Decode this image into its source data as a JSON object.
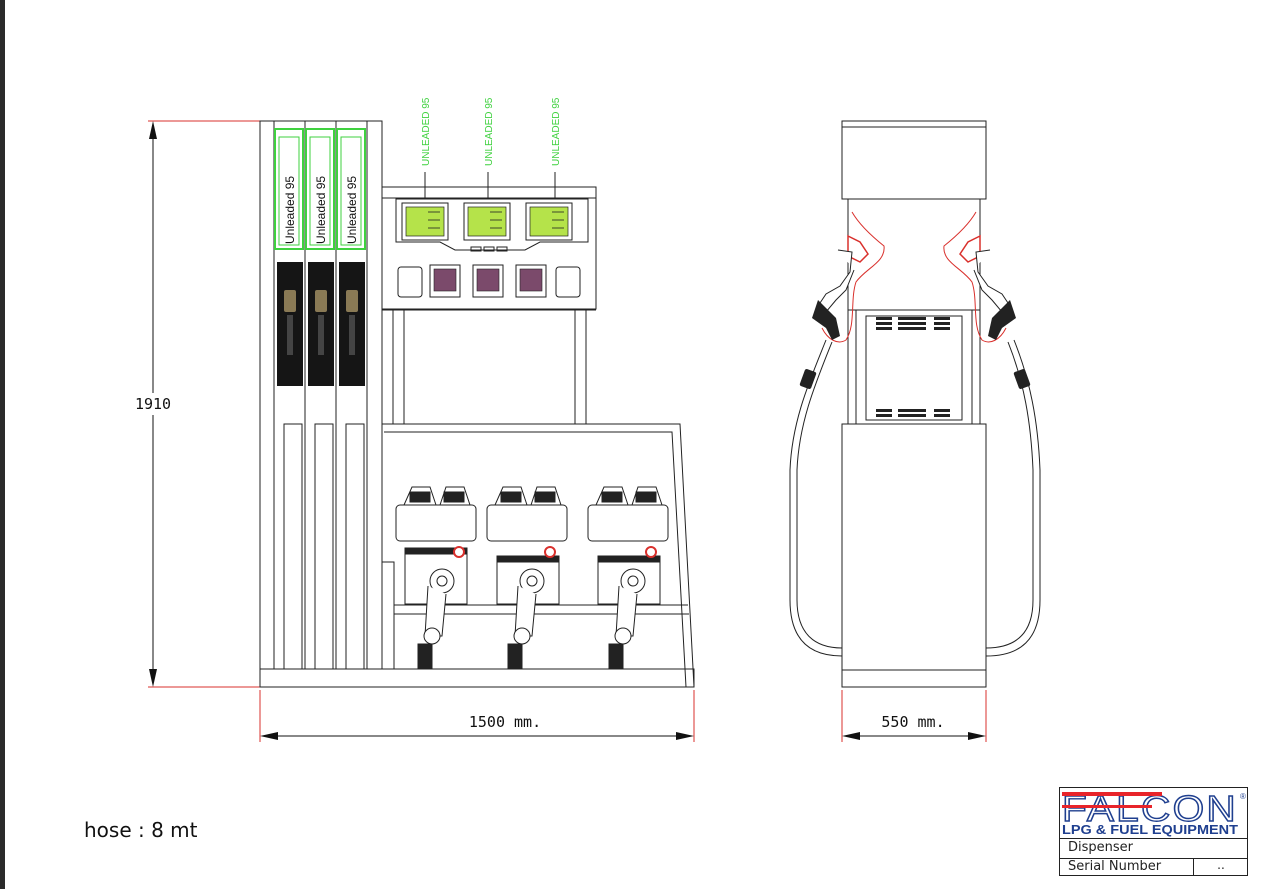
{
  "dimensions": {
    "height": "1910",
    "width_front": "1500  mm.",
    "width_side": "550  mm."
  },
  "fuel_grades": {
    "top_labels": [
      "UNLEADED 95",
      "UNLEADED 95",
      "UNLEADED 95"
    ],
    "column_labels": [
      "Unleaded 95",
      "Unleaded 95",
      "Unleaded 95"
    ]
  },
  "note": "hose : 8 mt",
  "title_block": {
    "brand": "FALCON",
    "registered_mark": "®",
    "tagline": "LPG & FUEL EQUIPMENT",
    "row1_label": "Dispenser",
    "row2_label": "Serial Number",
    "row2_value": ".."
  },
  "colors": {
    "dimension_red": "#d9302c",
    "grade_green": "#3fd13f",
    "lcd_green": "#b5e34a",
    "brand_red": "#e8242a",
    "brand_blue": "#1f3f8f",
    "line": "#222222"
  }
}
